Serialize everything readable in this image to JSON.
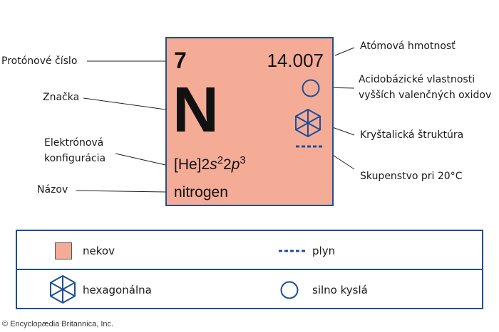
{
  "element": {
    "atomic_number": "7",
    "atomic_mass": "14.007",
    "symbol": "N",
    "config_core": "[He]2",
    "config_s": "s",
    "config_s_exp": "2",
    "config_2": "2",
    "config_p": "p",
    "config_p_exp": "3",
    "name": "nitrogen"
  },
  "labels": {
    "proton_number": "Protónové číslo",
    "symbol": "Značka",
    "electron_config_line1": "Elektrónová",
    "electron_config_line2": "konfigurácia",
    "name": "Názov",
    "atomic_mass": "Atómová hmotnosť",
    "acid_base_line1": "Acidobázické vlastnosti",
    "acid_base_line2": "vyšších valenčných oxidov",
    "crystal_structure": "Kryštalická štruktúra",
    "state": "Skupenstvo pri 20°C"
  },
  "legend": {
    "nonmetal": "nekov",
    "gas": "plyn",
    "hexagonal": "hexagonálna",
    "strongly_acidic": "silno kyslá"
  },
  "credit": "© Encyclopædia Britannica, Inc.",
  "colors": {
    "tile_fill": "#f5ac97",
    "accent_blue": "#1f4e96"
  },
  "icons": {
    "acid_base": "circle-icon",
    "crystal": "hexagonal-crystal-icon",
    "state": "dashed-line-icon"
  }
}
